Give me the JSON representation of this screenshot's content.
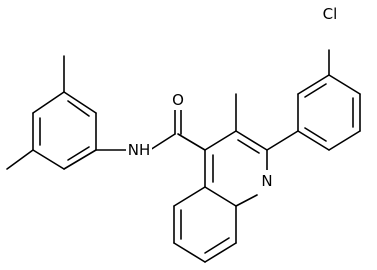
{
  "diagram": {
    "type": "chemical-structure",
    "atom_labels": {
      "chlorine": "Cl",
      "oxygen": "O",
      "amide_nh": "NH",
      "ring_nitrogen": "N"
    },
    "colors": {
      "bond": "#000000",
      "text": "#000000",
      "background": "#ffffff"
    }
  }
}
